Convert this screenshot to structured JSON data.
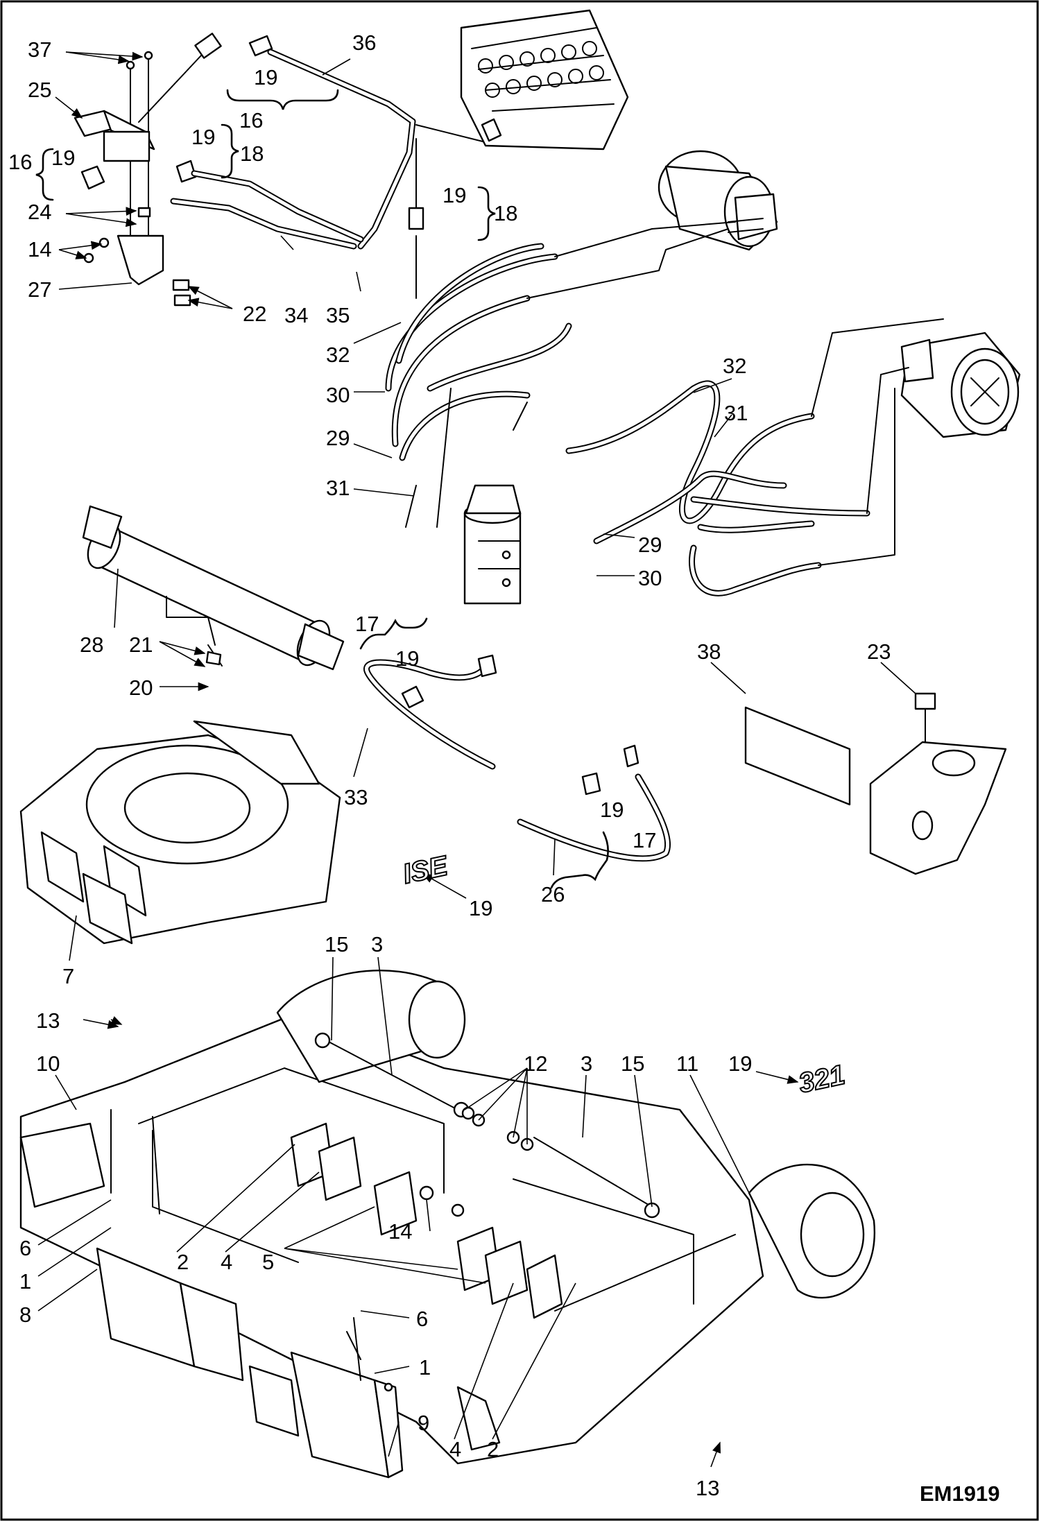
{
  "figure": {
    "code": "EM1919"
  },
  "callouts": {
    "c37": "37",
    "c25": "25",
    "c19a": "19",
    "c16a": "16",
    "c36": "36",
    "c16b": "16",
    "c19b": "19",
    "c18a": "18",
    "c19c": "19",
    "c24": "24",
    "c14a": "14",
    "c27": "27",
    "c22": "22",
    "c34": "34",
    "c35": "35",
    "c19d": "19",
    "c18b": "18",
    "c32a": "32",
    "c30a": "30",
    "c29a": "29",
    "c31a": "31",
    "c32b": "32",
    "c31b": "31",
    "c29b": "29",
    "c30b": "30",
    "c28": "28",
    "c21": "21",
    "c20": "20",
    "c17a": "17",
    "c19e": "19",
    "c38": "38",
    "c23": "23",
    "c33": "33",
    "c19f": "19",
    "c17b": "17",
    "c26": "26",
    "c19g": "19",
    "c7": "7",
    "c15a": "15",
    "c3a": "3",
    "c13a": "13",
    "c10": "10",
    "c12": "12",
    "c3b": "3",
    "c15b": "15",
    "c11": "11",
    "c19h": "19",
    "c6a": "6",
    "c1a": "1",
    "c8": "8",
    "c2a": "2",
    "c4a": "4",
    "c5": "5",
    "c14b": "14",
    "c6b": "6",
    "c1b": "1",
    "c4b": "4",
    "c2b": "2",
    "c9": "9",
    "c13b": "13"
  },
  "decals": {
    "ise": "ISE",
    "model": "321"
  }
}
